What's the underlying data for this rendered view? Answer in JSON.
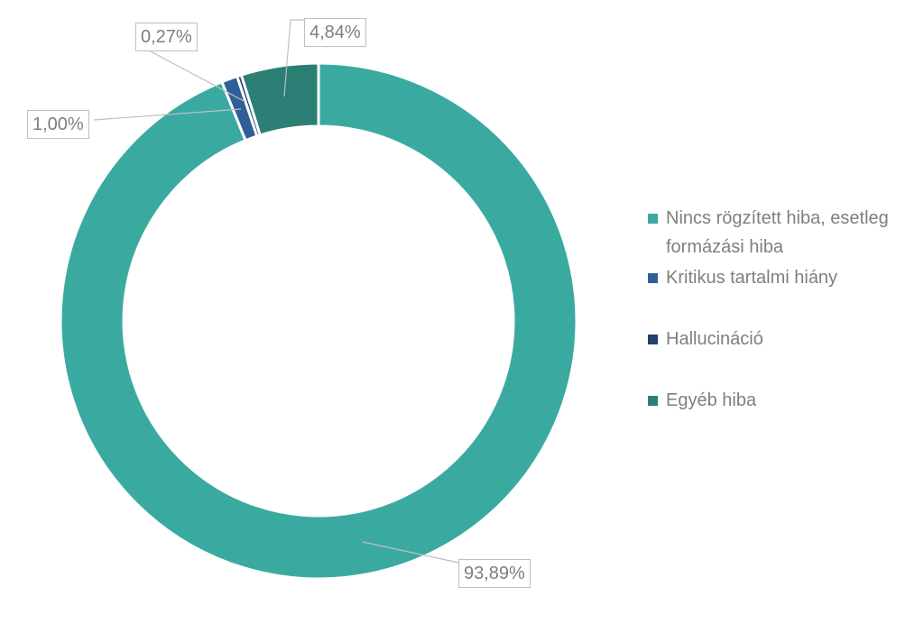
{
  "chart_data": {
    "type": "pie",
    "subtype": "donut",
    "title": "",
    "start_angle_deg": 0,
    "direction": "clockwise",
    "legend_position": "right",
    "slices": [
      {
        "label": "Nincs rögzített hiba, esetleg formázási hiba",
        "value": 93.89,
        "display": "93,89%",
        "color": "#3aaaa1"
      },
      {
        "label": "Kritikus tartalmi hiány",
        "value": 1.0,
        "display": "1,00%",
        "color": "#2f5f98"
      },
      {
        "label": "Hallucináció",
        "value": 0.27,
        "display": "0,27%",
        "color": "#22416b"
      },
      {
        "label": "Egyéb hiba",
        "value": 4.84,
        "display": "4,84%",
        "color": "#2b7f75"
      }
    ]
  }
}
